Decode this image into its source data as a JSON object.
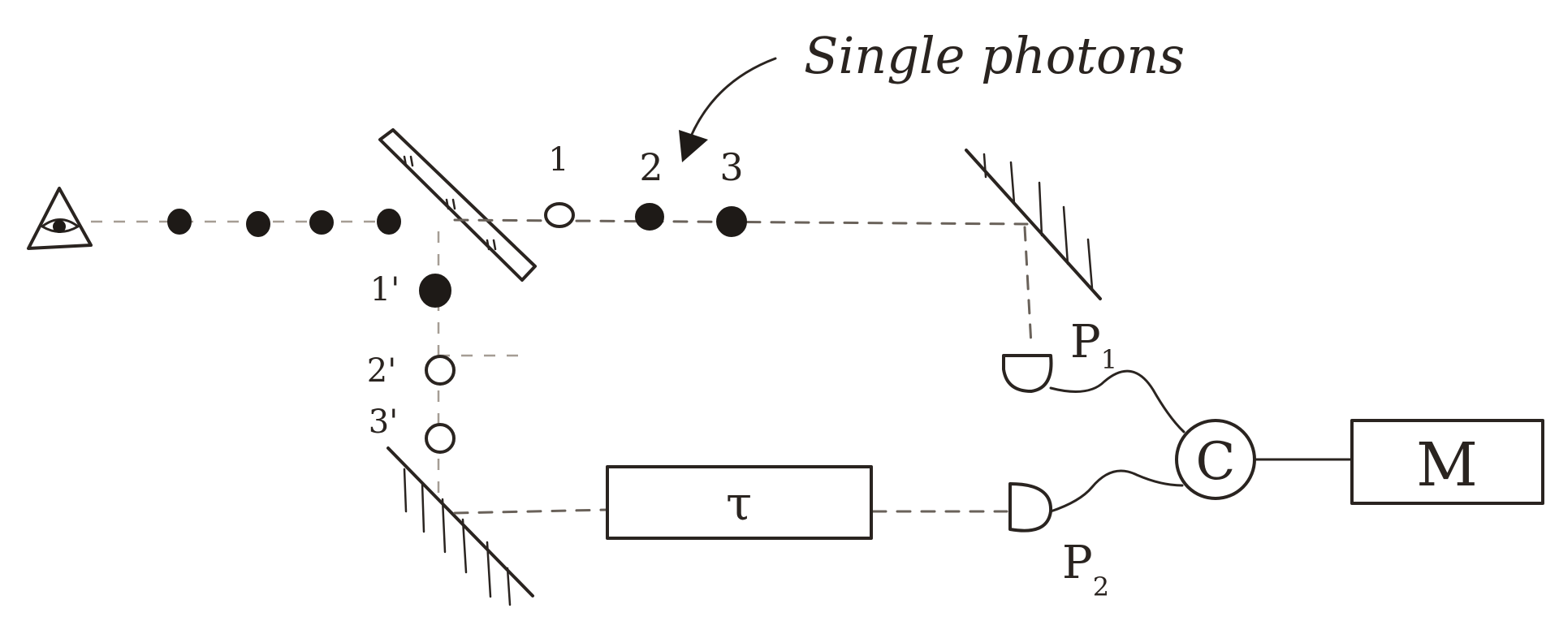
{
  "annotation": {
    "text": "Single photons"
  },
  "photon_labels": {
    "upper": [
      "1",
      "2",
      "3"
    ],
    "lower": [
      "1'",
      "2'",
      "3'"
    ]
  },
  "detectors": {
    "p1": "P",
    "p1_sub": "1",
    "p2": "P",
    "p2_sub": "2"
  },
  "delay": {
    "symbol": "τ"
  },
  "coincidence": {
    "symbol": "C"
  },
  "meter": {
    "symbol": "M"
  },
  "icons": [
    "eye-in-triangle-icon"
  ]
}
